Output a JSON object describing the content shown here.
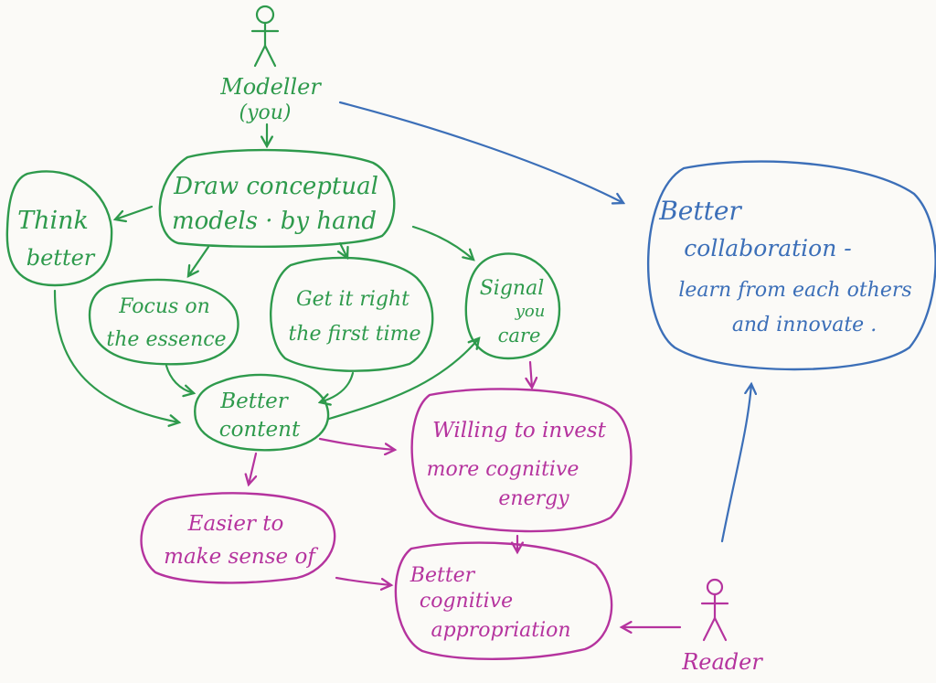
{
  "colors": {
    "green": "#2e9a4c",
    "magenta": "#b5339e",
    "blue": "#3c6fb8",
    "paper": "#fbfaf7"
  },
  "actors": {
    "modeller": {
      "line1": "Modeller",
      "line2": "(you)",
      "icon": "stick-figure-icon"
    },
    "reader": {
      "label": "Reader",
      "icon": "stick-figure-icon"
    }
  },
  "nodes": {
    "draw": {
      "line1": "Draw conceptual",
      "line2": "models · by hand"
    },
    "think": {
      "line1": "Think",
      "line2": "better"
    },
    "focus": {
      "line1": "Focus on",
      "line2": "the essence"
    },
    "getright": {
      "line1": "Get it right",
      "line2": "the first time"
    },
    "signal": {
      "line1": "Signal",
      "line2": "you",
      "line3": "care"
    },
    "content": {
      "line1": "Better",
      "line2": "content"
    },
    "willing": {
      "line1": "Willing to invest",
      "line2": "more cognitive",
      "line3": "energy"
    },
    "easier": {
      "line1": "Easier to",
      "line2": "make sense of"
    },
    "appropriation": {
      "line1": "Better",
      "line2": "cognitive",
      "line3": "appropriation"
    },
    "collab": {
      "line1": "Better",
      "line2": "collaboration  -",
      "line3": "learn from each others",
      "line4": "and innovate ."
    }
  }
}
